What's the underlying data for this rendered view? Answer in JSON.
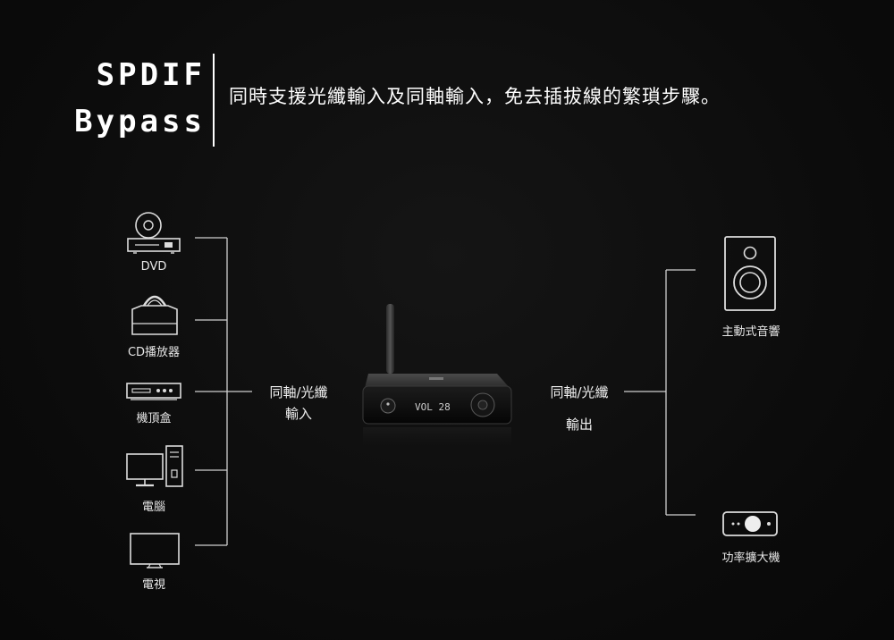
{
  "header": {
    "title_line1": "SPDIF",
    "title_line2": "Bypass",
    "subtitle": "同時支援光纖輸入及同軸輸入，免去插拔線的繁瑣步驟。"
  },
  "sources": [
    {
      "label": "DVD",
      "icon": "dvd-player-icon"
    },
    {
      "label": "CD播放器",
      "icon": "cd-player-icon"
    },
    {
      "label": "機頂盒",
      "icon": "set-top-box-icon"
    },
    {
      "label": "電腦",
      "icon": "computer-icon"
    },
    {
      "label": "電視",
      "icon": "tv-icon"
    }
  ],
  "input": {
    "line1": "同軸/光纖",
    "line2": "輸入"
  },
  "output": {
    "line1": "同軸/光纖",
    "line2": "輸出"
  },
  "device": {
    "display": "VOL 28",
    "icon": "dac-device-icon"
  },
  "destinations": [
    {
      "label": "主動式音響",
      "icon": "speaker-icon"
    },
    {
      "label": "功率擴大機",
      "icon": "amplifier-icon"
    }
  ]
}
